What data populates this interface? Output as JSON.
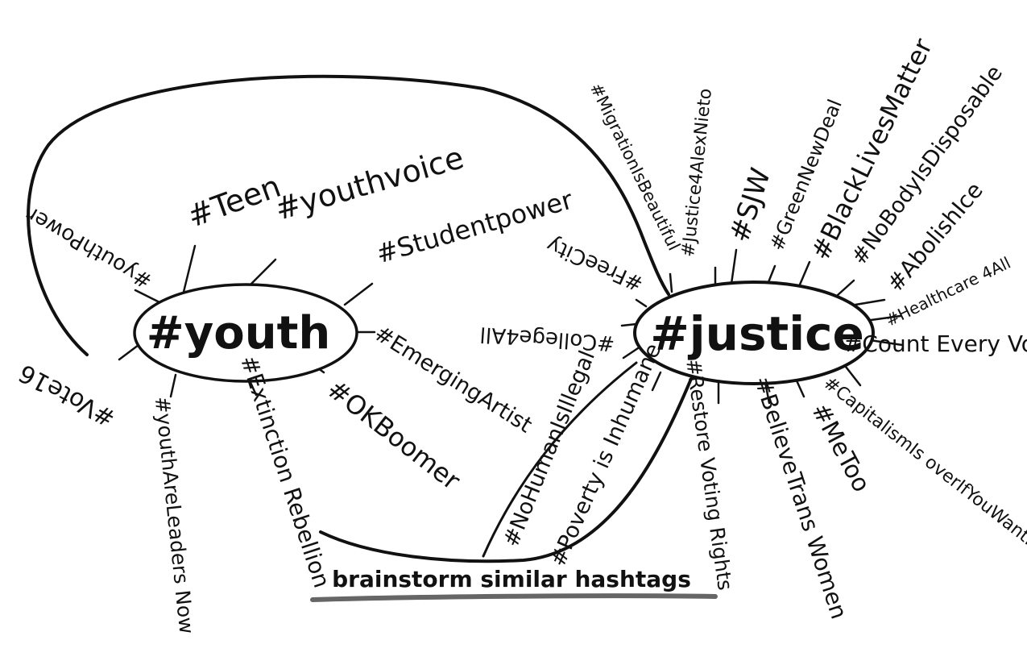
{
  "hubs": {
    "youth": "#youth",
    "justice": "#justice"
  },
  "youth_tags": {
    "youth_power": "#youthPower",
    "teen": "#Teen",
    "youthvoice": "#youthvoice",
    "student_power": "#Studentpower",
    "emerging_artist": "#EmergingArtist",
    "ok_boomer": "#OKBoomer",
    "extinction_rebellion": "#Extinction Rebellion",
    "youth_are_leaders_now": "#youthAreLeaders Now",
    "vote16": "#Vote16"
  },
  "justice_tags": {
    "migration_is_beautiful": "#MigrationIsBeautiful",
    "justice4alexnieto": "#Justice4AlexNieto",
    "sjw": "#SJW",
    "green_new_deal": "#GreenNewDeal",
    "black_lives_matter": "#BlackLivesMatter",
    "nobody_is_disposable": "#NoBodyIsDisposable",
    "abolish_ice": "#AbolishIce",
    "healthcare4all": "#Healthcare 4All",
    "count_every_vote": "#Count Every Vote",
    "capitalism_is_over": "#CapitalismIs overIfYouWantIt",
    "metoo": "#MeToo",
    "believe_trans_women": "#BelieveTrans Women",
    "restore_voting_rights": "#Restore Voting Rights",
    "poverty_is_inhumane": "#Poverty is Inhumane",
    "no_human_is_illegal": "#NoHumanIsIllegal",
    "college4all": "#College4All",
    "free_city": "#FreeCity"
  },
  "caption": "brainstorm similar hashtags",
  "colors": {
    "ink": "#111111",
    "background": "#ffffff",
    "underline": "#666666"
  }
}
